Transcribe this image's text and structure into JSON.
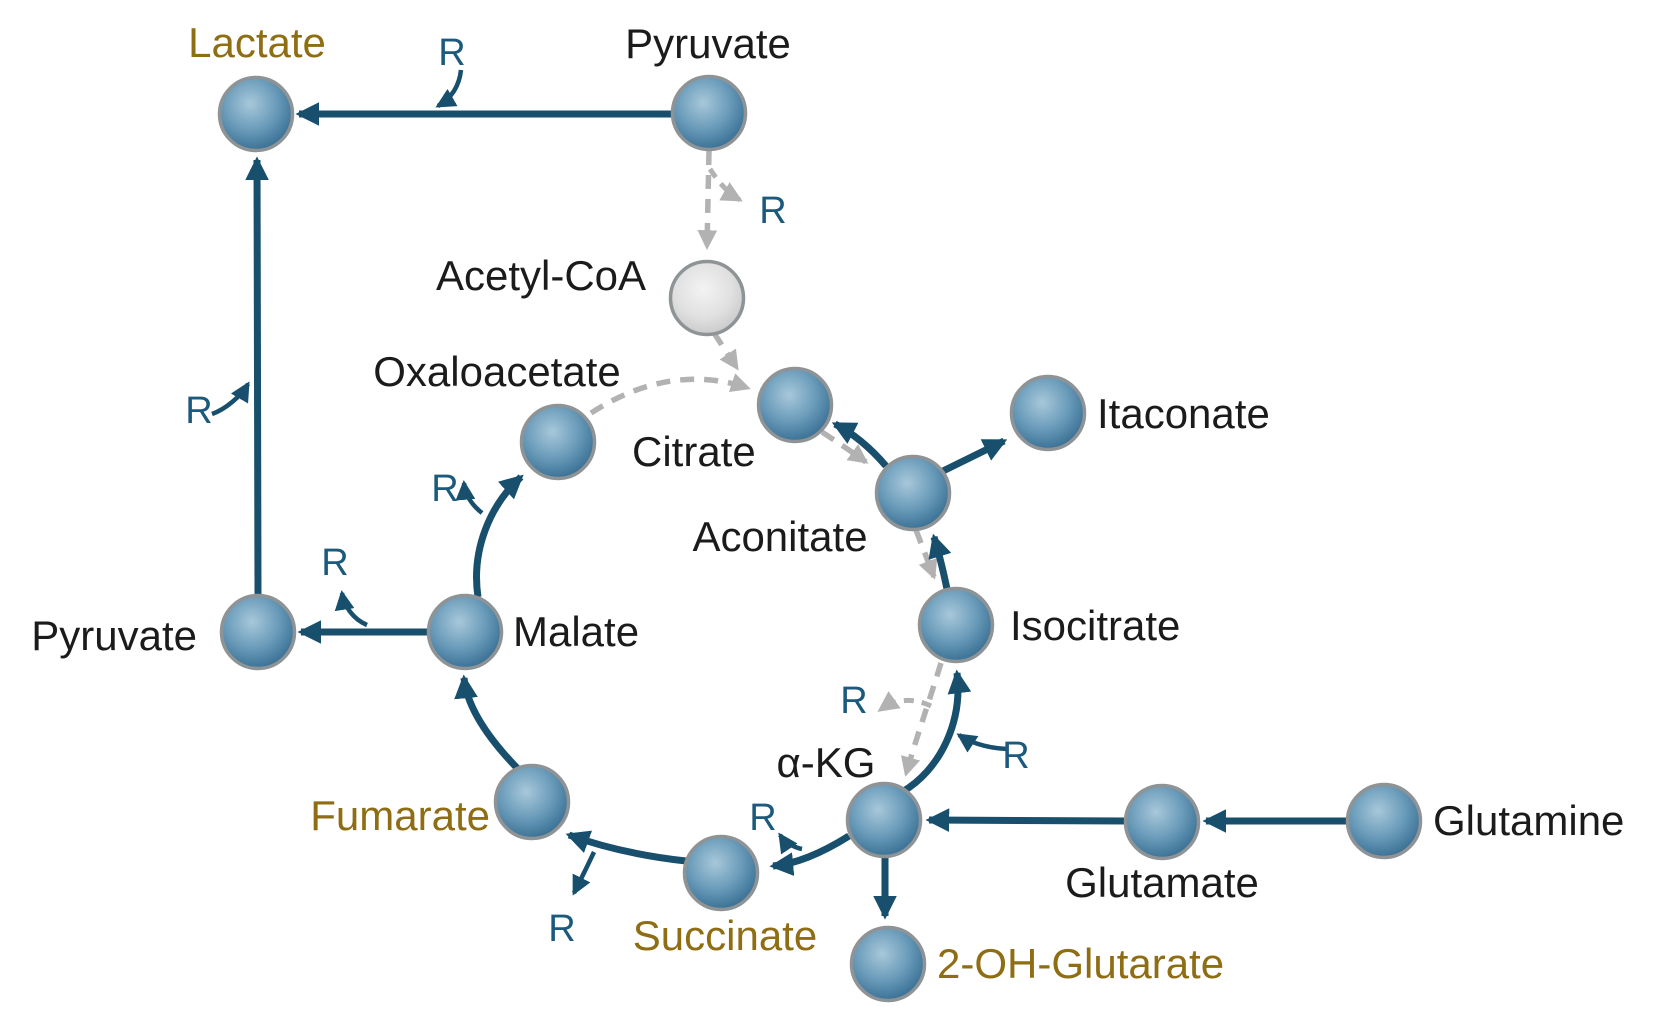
{
  "figure": {
    "type": "metabolic-pathway-diagram",
    "background": "#ffffff",
    "palette": {
      "solid_arrow": "#174f6d",
      "dashed_arrow": "#b2b2b2",
      "node_gradient_center": "#a8c8da",
      "node_gradient_edge": "#245d84",
      "node_border": "#8e9396",
      "acetyl_node_center": "#f3f3f3",
      "acetyl_node_edge": "#bcbcbc",
      "label_default": "#1b1b1b",
      "label_highlight": "#8e6d13",
      "r_mark": "#1c5a7d"
    },
    "nodes": [
      {
        "id": "lactate",
        "label": "Lactate",
        "highlighted": true,
        "node_style": "blue"
      },
      {
        "id": "pyruvate_top",
        "label": "Pyruvate",
        "highlighted": false,
        "node_style": "blue"
      },
      {
        "id": "acetyl_coa",
        "label": "Acetyl-CoA",
        "highlighted": false,
        "node_style": "gray"
      },
      {
        "id": "oxaloacetate",
        "label": "Oxaloacetate",
        "highlighted": false,
        "node_style": "blue"
      },
      {
        "id": "citrate",
        "label": "Citrate",
        "highlighted": false,
        "node_style": "blue"
      },
      {
        "id": "aconitate",
        "label": "Aconitate",
        "highlighted": false,
        "node_style": "blue"
      },
      {
        "id": "itaconate",
        "label": "Itaconate",
        "highlighted": false,
        "node_style": "blue"
      },
      {
        "id": "isocitrate",
        "label": "Isocitrate",
        "highlighted": false,
        "node_style": "blue"
      },
      {
        "id": "alpha_kg",
        "label": "α-KG",
        "highlighted": false,
        "node_style": "blue"
      },
      {
        "id": "glutamate",
        "label": "Glutamate",
        "highlighted": false,
        "node_style": "blue"
      },
      {
        "id": "glutamine",
        "label": "Glutamine",
        "highlighted": false,
        "node_style": "blue"
      },
      {
        "id": "two_oh_glutarate",
        "label": "2-OH-Glutarate",
        "highlighted": true,
        "node_style": "blue"
      },
      {
        "id": "succinate",
        "label": "Succinate",
        "highlighted": true,
        "node_style": "blue"
      },
      {
        "id": "fumarate",
        "label": "Fumarate",
        "highlighted": true,
        "node_style": "blue"
      },
      {
        "id": "malate",
        "label": "Malate",
        "highlighted": false,
        "node_style": "blue"
      },
      {
        "id": "pyruvate_left",
        "label": "Pyruvate",
        "highlighted": false,
        "node_style": "blue"
      }
    ],
    "edges": [
      {
        "from": "pyruvate_top",
        "to": "lactate",
        "style": "solid"
      },
      {
        "from": "pyruvate_left",
        "to": "lactate",
        "style": "solid"
      },
      {
        "from": "malate",
        "to": "pyruvate_left",
        "style": "solid"
      },
      {
        "from": "fumarate",
        "to": "malate",
        "style": "solid"
      },
      {
        "from": "succinate",
        "to": "fumarate",
        "style": "solid"
      },
      {
        "from": "alpha_kg",
        "to": "succinate",
        "style": "solid"
      },
      {
        "from": "malate",
        "to": "oxaloacetate",
        "style": "solid"
      },
      {
        "from": "aconitate",
        "to": "citrate",
        "style": "solid"
      },
      {
        "from": "isocitrate",
        "to": "aconitate",
        "style": "solid"
      },
      {
        "from": "alpha_kg",
        "to": "isocitrate",
        "style": "solid"
      },
      {
        "from": "aconitate",
        "to": "itaconate",
        "style": "solid"
      },
      {
        "from": "glutamine",
        "to": "glutamate",
        "style": "solid"
      },
      {
        "from": "glutamate",
        "to": "alpha_kg",
        "style": "solid"
      },
      {
        "from": "alpha_kg",
        "to": "two_oh_glutarate",
        "style": "solid"
      },
      {
        "from": "pyruvate_top",
        "to": "acetyl_coa",
        "style": "dashed"
      },
      {
        "from": "acetyl_coa",
        "to": "citrate",
        "style": "dashed"
      },
      {
        "from": "oxaloacetate",
        "to": "citrate",
        "style": "dashed"
      },
      {
        "from": "citrate",
        "to": "aconitate",
        "style": "dashed"
      },
      {
        "from": "aconitate",
        "to": "isocitrate",
        "style": "dashed"
      },
      {
        "from": "isocitrate",
        "to": "alpha_kg",
        "style": "dashed"
      }
    ],
    "r_marks": [
      {
        "label": "R",
        "style": "solid",
        "near": "pyruvate_top-lactate"
      },
      {
        "label": "R",
        "style": "dashed",
        "near": "pyruvate_top-acetyl_coa"
      },
      {
        "label": "R",
        "style": "solid",
        "near": "pyruvate_left-lactate"
      },
      {
        "label": "R",
        "style": "solid",
        "near": "malate-pyruvate_left"
      },
      {
        "label": "R",
        "style": "solid",
        "near": "malate-oxaloacetate"
      },
      {
        "label": "R",
        "style": "solid",
        "near": "succinate-fumarate"
      },
      {
        "label": "R",
        "style": "solid",
        "near": "alpha_kg-succinate"
      },
      {
        "label": "R",
        "style": "solid",
        "near": "alpha_kg-isocitrate"
      },
      {
        "label": "R",
        "style": "dashed",
        "near": "isocitrate-alpha_kg"
      }
    ]
  }
}
